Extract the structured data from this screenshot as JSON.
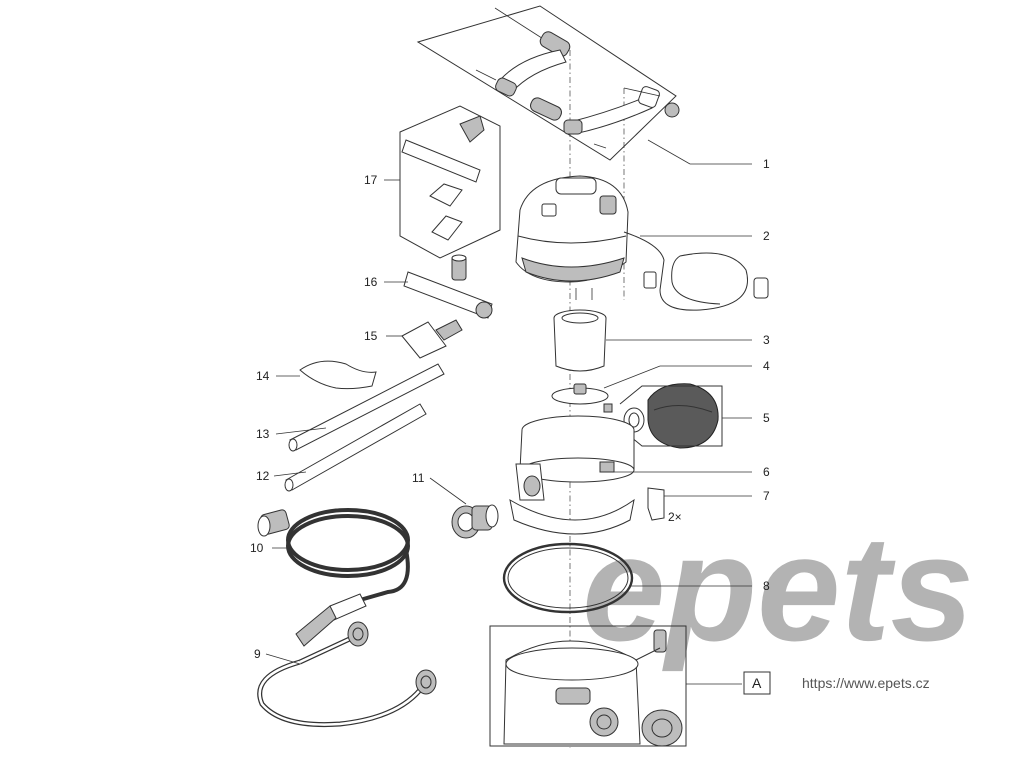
{
  "parts": [
    {
      "num": "1"
    },
    {
      "num": "2"
    },
    {
      "num": "3"
    },
    {
      "num": "4"
    },
    {
      "num": "5"
    },
    {
      "num": "6"
    },
    {
      "num": "7"
    },
    {
      "num": "8"
    },
    {
      "num": "9"
    },
    {
      "num": "10"
    },
    {
      "num": "11"
    },
    {
      "num": "12"
    },
    {
      "num": "13"
    },
    {
      "num": "14"
    },
    {
      "num": "15"
    },
    {
      "num": "16"
    },
    {
      "num": "17"
    }
  ],
  "quantity_note": "2×",
  "detail_label": "A",
  "watermark": {
    "text": "epets",
    "url": "https://www.epets.cz"
  }
}
